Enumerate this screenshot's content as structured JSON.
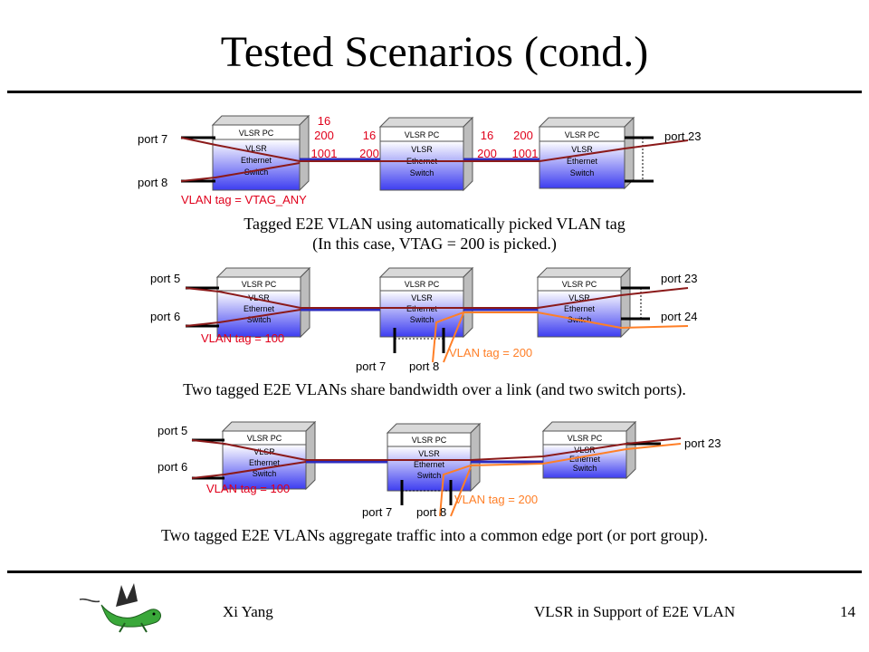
{
  "slide": {
    "title": "Tested Scenarios (cond.)",
    "footer": {
      "author": "Xi Yang",
      "topic": "VLSR in Support of E2E VLAN",
      "page": "14"
    }
  },
  "switch_labels": {
    "pc": "VLSR PC",
    "line1": "VLSR",
    "line2": "Ethernet",
    "line3": "Switch"
  },
  "scenario1": {
    "port_left_top": "port 7",
    "port_left_bottom": "port 8",
    "port_right": "port 23",
    "vlan_tag": "VLAN tag = VTAG_ANY",
    "link1": [
      "16",
      "200",
      "1001"
    ],
    "link2_a": [
      "16",
      "200"
    ],
    "link2_b": [
      "16",
      "200"
    ],
    "link3": [
      "200",
      "1001"
    ],
    "caption_line1": "Tagged E2E VLAN using automatically picked VLAN tag",
    "caption_line2": "(In this case, VTAG = 200 is picked.)"
  },
  "scenario2": {
    "port_left_top": "port 5",
    "port_left_bottom": "port 6",
    "port_right_top": "port 23",
    "port_right_bottom": "port 24",
    "port_bottom_a": "port 7",
    "port_bottom_b": "port 8",
    "vlan_tag_a": "VLAN tag = 100",
    "vlan_tag_b": "VLAN tag = 200",
    "caption": "Two tagged E2E VLANs share bandwidth over a link (and two switch ports)."
  },
  "scenario3": {
    "port_left_top": "port 5",
    "port_left_bottom": "port 6",
    "port_right": "port 23",
    "port_bottom_a": "port 7",
    "port_bottom_b": "port 8",
    "vlan_tag_a": "VLAN tag = 100",
    "vlan_tag_b": "VLAN tag = 200",
    "caption": "Two tagged E2E VLANs aggregate  traffic into a common edge port (or port group)."
  },
  "colors": {
    "link": "#2b2bbf",
    "vlan_a": "#8b1a1a",
    "vlan_b": "#ff7f27",
    "label_red": "#e0001b",
    "label_orange": "#ff7f27",
    "switch_top": "#ffffff",
    "switch_bottom": "#3d3df0"
  },
  "icons": {
    "logo": "green-dragon-logo"
  }
}
